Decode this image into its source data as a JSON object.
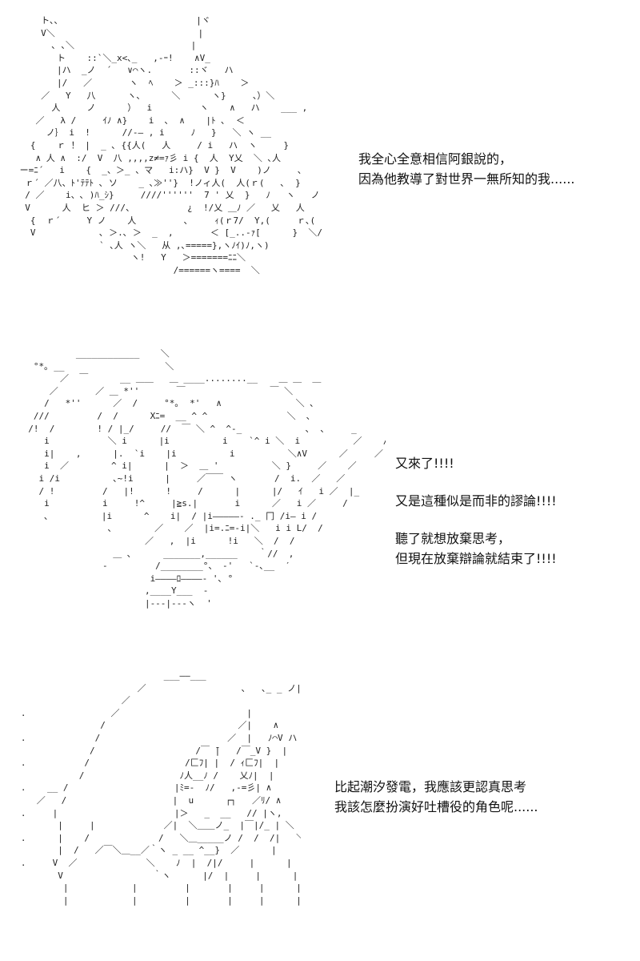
{
  "panels": [
    {
      "dialogue": [
        "我全心全意相信阿銀說的，",
        "因為他教導了對世界一無所知的我......"
      ]
    },
    {
      "dialogue": [
        "又來了!!!!",
        "",
        "又是這種似是而非的謬論!!!!",
        "",
        "聽了就想放棄思考，",
        "但現在放棄辯論就結束了!!!!"
      ]
    },
    {
      "dialogue": [
        "比起潮汐發電，我應該更認真思考",
        "我該怎麼扮演好吐槽役的角色呢......"
      ]
    }
  ]
}
